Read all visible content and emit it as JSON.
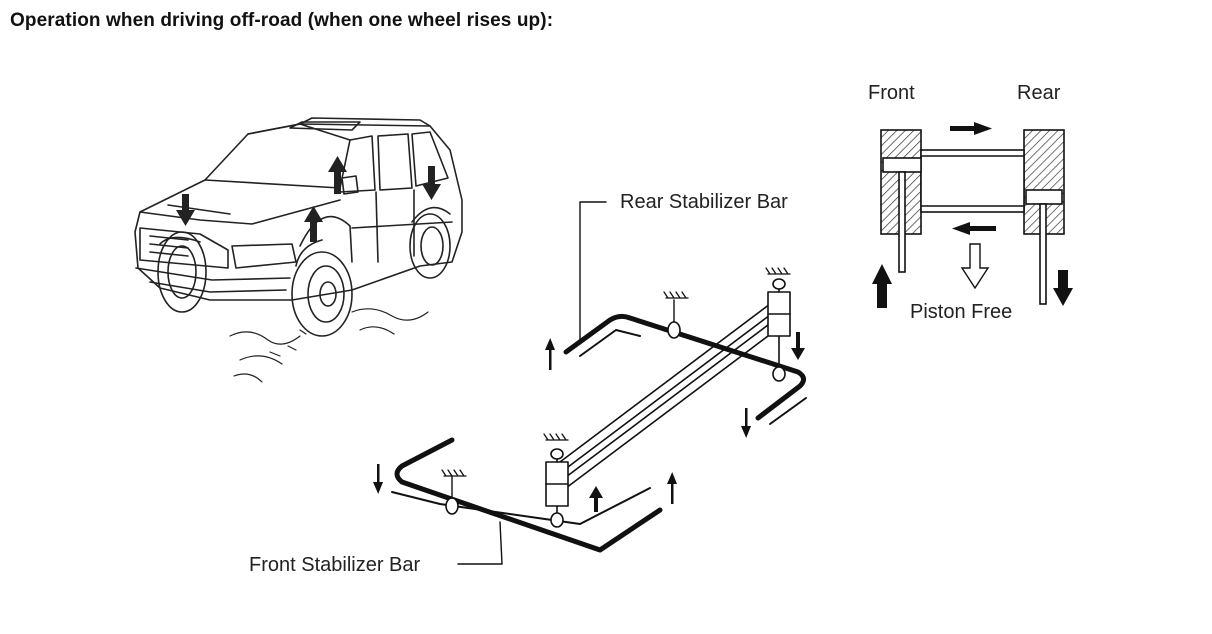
{
  "title": "Operation when driving off-road (when one wheel rises up):",
  "labels": {
    "rear_bar": "Rear Stabilizer Bar",
    "front_bar": "Front Stabilizer Bar",
    "front": "Front",
    "rear": "Rear",
    "piston": "Piston Free"
  }
}
